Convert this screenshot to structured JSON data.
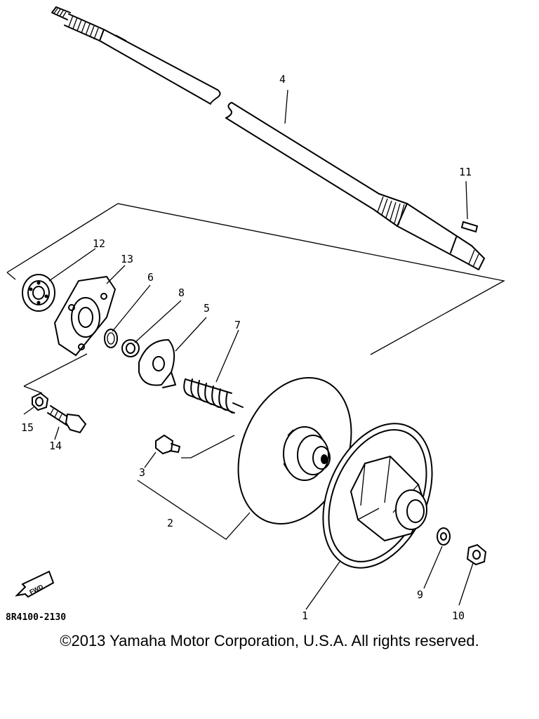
{
  "diagram": {
    "part_callouts": [
      {
        "id": "1",
        "label": "1"
      },
      {
        "id": "2",
        "label": "2"
      },
      {
        "id": "3",
        "label": "3"
      },
      {
        "id": "4",
        "label": "4"
      },
      {
        "id": "5",
        "label": "5"
      },
      {
        "id": "6",
        "label": "6"
      },
      {
        "id": "7",
        "label": "7"
      },
      {
        "id": "8",
        "label": "8"
      },
      {
        "id": "9",
        "label": "9"
      },
      {
        "id": "10",
        "label": "10"
      },
      {
        "id": "11",
        "label": "11"
      },
      {
        "id": "12",
        "label": "12"
      },
      {
        "id": "13",
        "label": "13"
      },
      {
        "id": "14",
        "label": "14"
      },
      {
        "id": "15",
        "label": "15"
      }
    ],
    "fwd_arrow_text": "FWD",
    "catalog_code": "8R4100-2130"
  },
  "footer": {
    "copyright": "©2013 Yamaha Motor Corporation, U.S.A. All rights reserved."
  }
}
